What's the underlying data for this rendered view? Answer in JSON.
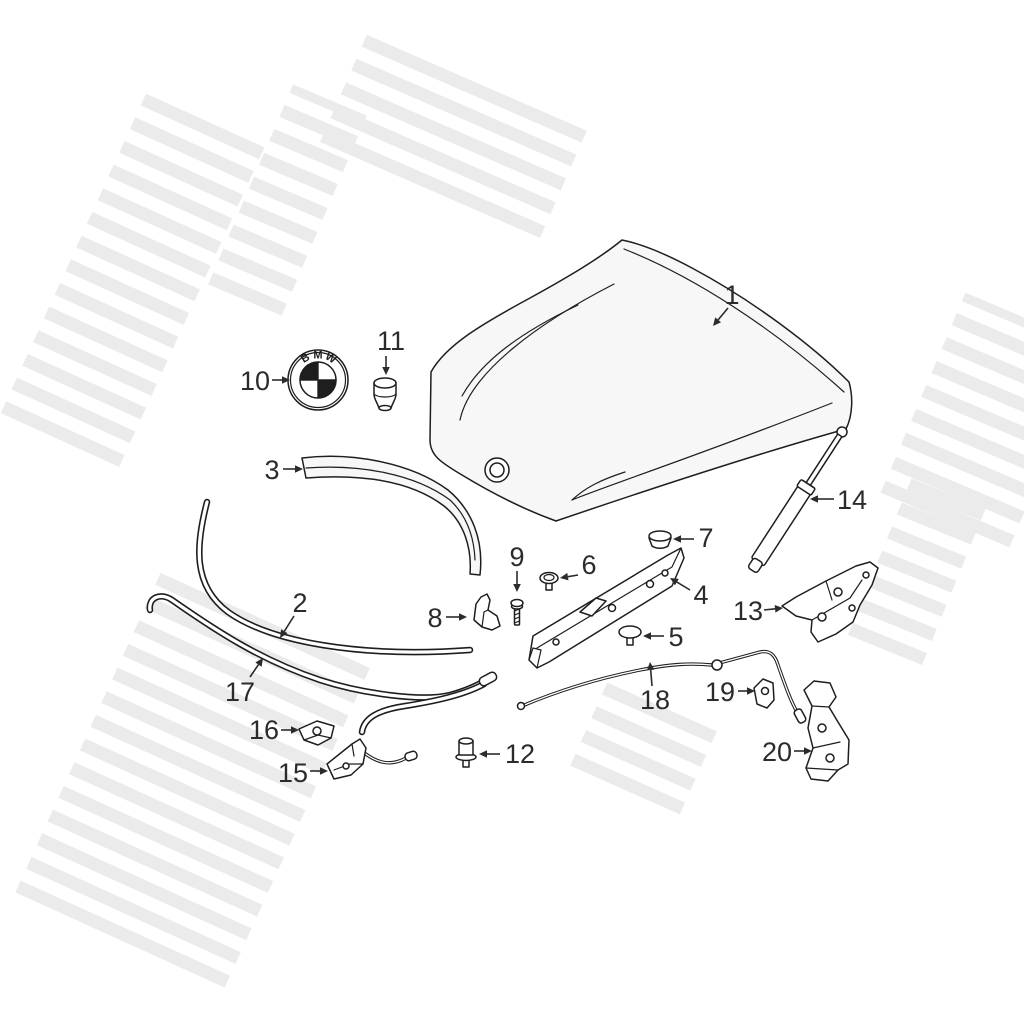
{
  "callouts": [
    "1",
    "2",
    "3",
    "4",
    "5",
    "6",
    "7",
    "8",
    "9",
    "10",
    "11",
    "12",
    "13",
    "14",
    "15",
    "16",
    "17",
    "18",
    "19",
    "20"
  ],
  "emblem": {
    "letters": [
      "B",
      "M",
      "W"
    ]
  },
  "colors": {
    "background": "#ffffff",
    "line": "#1e1e1e",
    "label": "#2b2b2b",
    "watermark": "#ebebeb"
  }
}
